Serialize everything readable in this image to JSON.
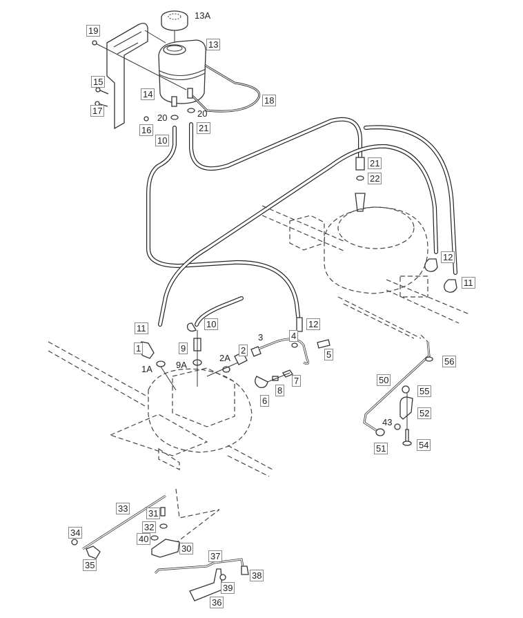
{
  "diagram": {
    "type": "exploded-parts-diagram",
    "subject": "hydrostatic transmission oil reservoir, hoses and control linkage",
    "callouts": [
      {
        "id": "13A",
        "label": "13A"
      },
      {
        "id": "13",
        "label": "13"
      },
      {
        "id": "19",
        "label": "19"
      },
      {
        "id": "14",
        "label": "14"
      },
      {
        "id": "15",
        "label": "15"
      },
      {
        "id": "17",
        "label": "17"
      },
      {
        "id": "16",
        "label": "16"
      },
      {
        "id": "18",
        "label": "18"
      },
      {
        "id": "20a",
        "label": "20"
      },
      {
        "id": "20b",
        "label": "20"
      },
      {
        "id": "10a",
        "label": "10"
      },
      {
        "id": "21a",
        "label": "21"
      },
      {
        "id": "21b",
        "label": "21"
      },
      {
        "id": "22",
        "label": "22"
      },
      {
        "id": "12a",
        "label": "12"
      },
      {
        "id": "11a",
        "label": "11"
      },
      {
        "id": "11b",
        "label": "11"
      },
      {
        "id": "10b",
        "label": "10"
      },
      {
        "id": "12b",
        "label": "12"
      },
      {
        "id": "1",
        "label": "1"
      },
      {
        "id": "1A",
        "label": "1A"
      },
      {
        "id": "9",
        "label": "9"
      },
      {
        "id": "9A",
        "label": "9A"
      },
      {
        "id": "2",
        "label": "2"
      },
      {
        "id": "2A",
        "label": "2A"
      },
      {
        "id": "3",
        "label": "3"
      },
      {
        "id": "4",
        "label": "4"
      },
      {
        "id": "5",
        "label": "5"
      },
      {
        "id": "6",
        "label": "6"
      },
      {
        "id": "7",
        "label": "7"
      },
      {
        "id": "8",
        "label": "8"
      },
      {
        "id": "50",
        "label": "50"
      },
      {
        "id": "55",
        "label": "55"
      },
      {
        "id": "56",
        "label": "56"
      },
      {
        "id": "52",
        "label": "52"
      },
      {
        "id": "43",
        "label": "43"
      },
      {
        "id": "54",
        "label": "54"
      },
      {
        "id": "51",
        "label": "51"
      },
      {
        "id": "33",
        "label": "33"
      },
      {
        "id": "31",
        "label": "31"
      },
      {
        "id": "32",
        "label": "32"
      },
      {
        "id": "40",
        "label": "40"
      },
      {
        "id": "30",
        "label": "30"
      },
      {
        "id": "34",
        "label": "34"
      },
      {
        "id": "35",
        "label": "35"
      },
      {
        "id": "37",
        "label": "37"
      },
      {
        "id": "38",
        "label": "38"
      },
      {
        "id": "39",
        "label": "39"
      },
      {
        "id": "36",
        "label": "36"
      }
    ]
  }
}
